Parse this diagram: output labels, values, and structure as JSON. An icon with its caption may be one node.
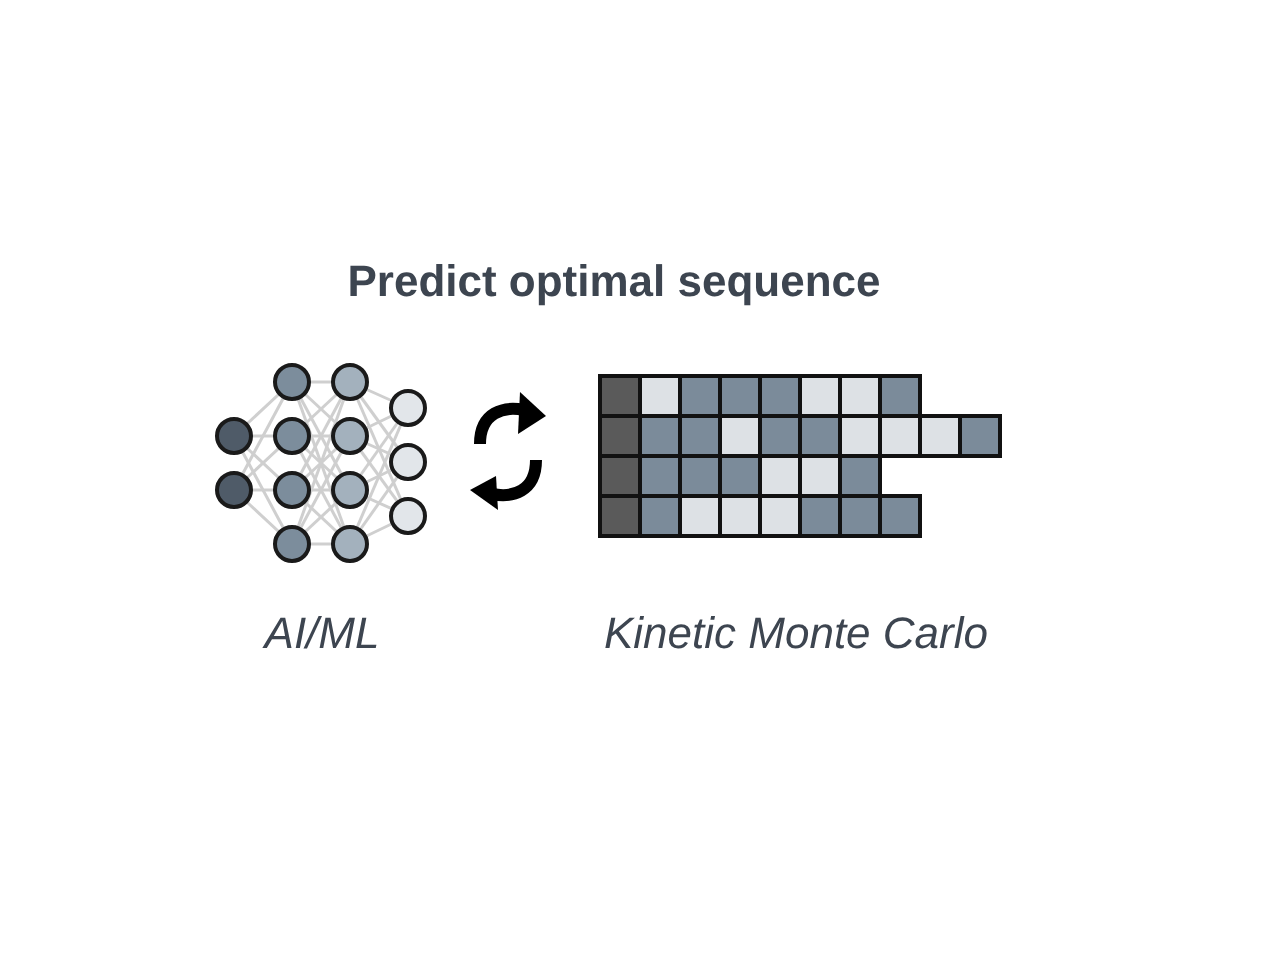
{
  "diagram": {
    "title": "Predict optimal sequence",
    "labels": [
      "AI/ML",
      "Kinetic Monte Carlo"
    ]
  }
}
